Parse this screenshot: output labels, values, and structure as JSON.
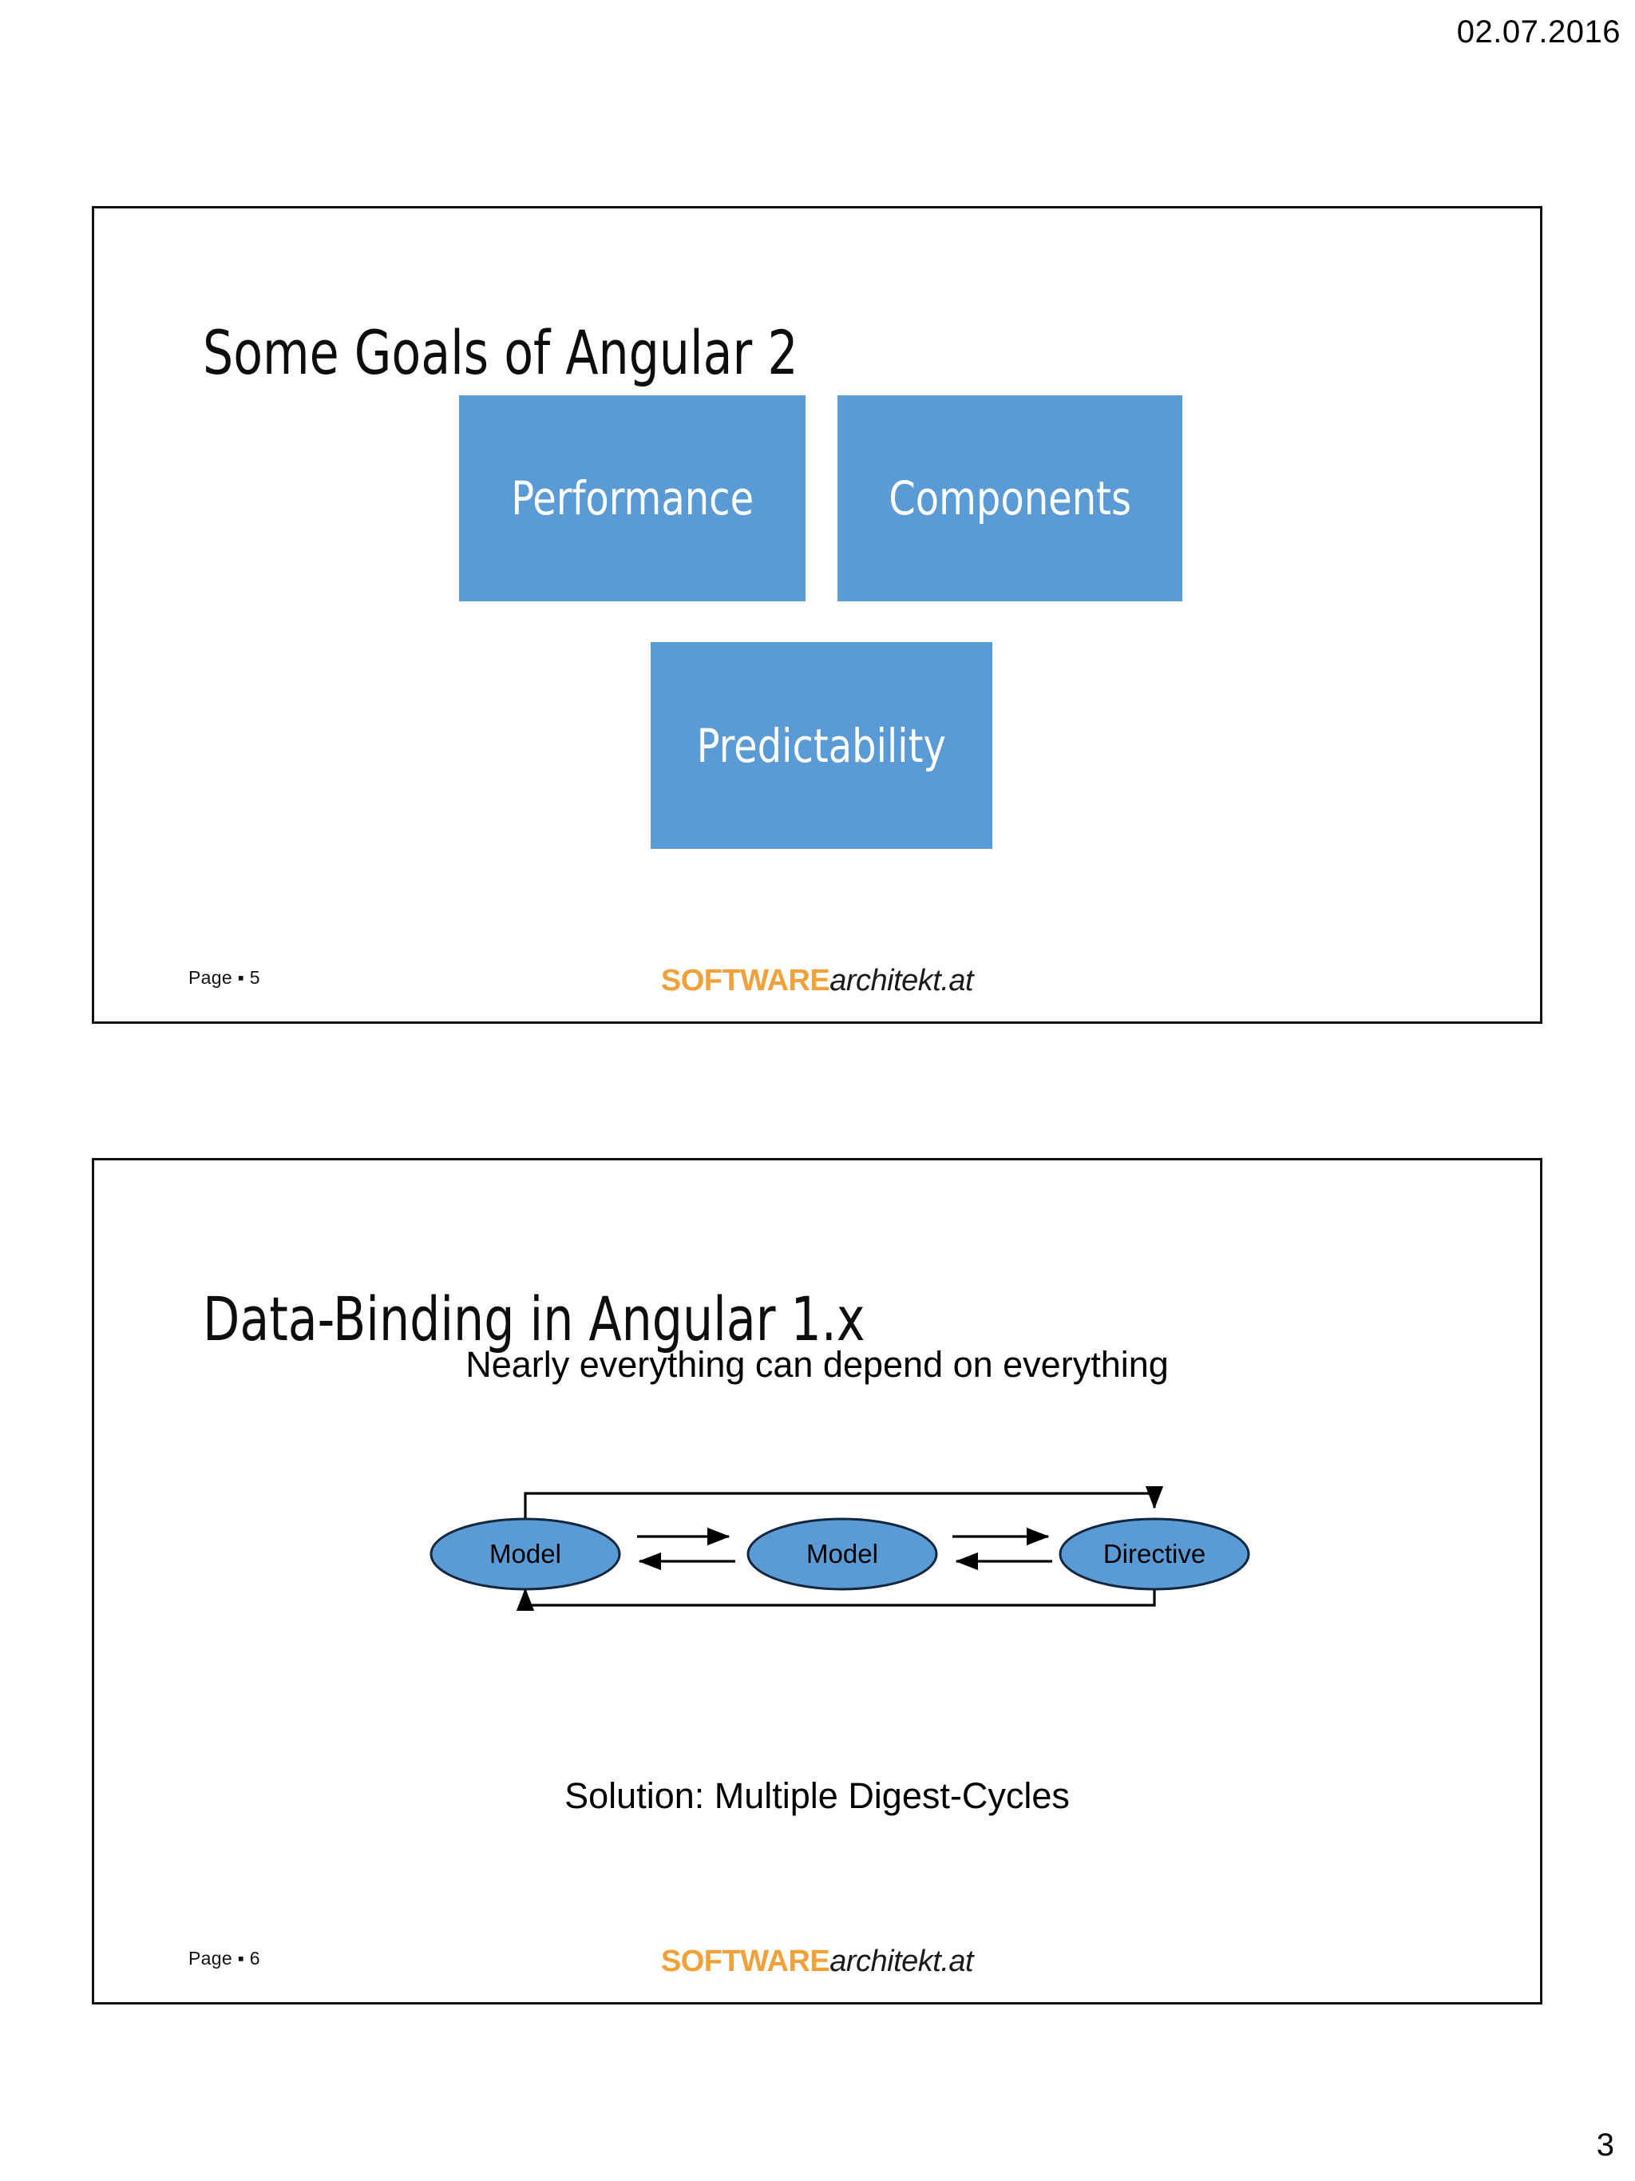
{
  "page": {
    "date": "02.07.2016",
    "number": "3"
  },
  "branding": {
    "logo_strong": "SOFTWARE",
    "logo_italic": "architekt.at",
    "accent_orange": "#f0a13a",
    "accent_blue": "#5b9bd5",
    "logo_text_color": "#1a1a1a"
  },
  "slides": [
    {
      "id": "slide-1",
      "title": "Some Goals of Angular 2",
      "boxes": [
        {
          "label": "Performance"
        },
        {
          "label": "Components"
        },
        {
          "label": "Predictability"
        }
      ],
      "footer": {
        "page_label": "Page ▪ 5"
      }
    },
    {
      "id": "slide-2",
      "title": "Data-Binding in Angular 1.x",
      "subtitle": "Nearly everything can depend on everything",
      "caption": "Solution: Multiple Digest-Cycles",
      "diagram": {
        "nodes": [
          {
            "id": "model-left",
            "label": "Model"
          },
          {
            "id": "model-center",
            "label": "Model"
          },
          {
            "id": "directive-right",
            "label": "Directive"
          }
        ],
        "node_fill": "#5b9bd5",
        "node_stroke": "#1f3864",
        "edges": [
          {
            "from": "model-left",
            "to": "model-center",
            "direction": "right"
          },
          {
            "from": "model-center",
            "to": "model-left",
            "direction": "left"
          },
          {
            "from": "model-center",
            "to": "directive-right",
            "direction": "right"
          },
          {
            "from": "directive-right",
            "to": "model-center",
            "direction": "left"
          },
          {
            "from": "model-left",
            "to": "directive-right",
            "direction": "routed-top"
          },
          {
            "from": "directive-right",
            "to": "model-left",
            "direction": "routed-bottom"
          }
        ]
      },
      "footer": {
        "page_label": "Page ▪ 6"
      }
    }
  ]
}
